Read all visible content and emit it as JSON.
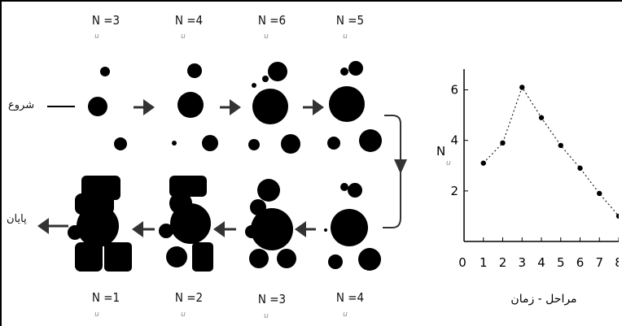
{
  "labels": {
    "start": "شروع",
    "end": "پایان"
  },
  "top_row": [
    {
      "label": "N =3",
      "sub": "u"
    },
    {
      "label": "N =4",
      "sub": "u"
    },
    {
      "label": "N =6",
      "sub": "u"
    },
    {
      "label": "N =5",
      "sub": "u"
    }
  ],
  "bottom_row": [
    {
      "label": "N =1",
      "sub": "u"
    },
    {
      "label": "N =2",
      "sub": "u"
    },
    {
      "label": "N =3",
      "sub": "u"
    },
    {
      "label": "N =4",
      "sub": "u"
    }
  ],
  "chart_data": {
    "type": "scatter",
    "x": [
      1,
      2,
      3,
      4,
      5,
      6,
      7,
      8
    ],
    "y": [
      3.1,
      3.9,
      6.1,
      4.9,
      3.8,
      2.9,
      1.9,
      1.0
    ],
    "xlabel": "مراحل - زمان",
    "ylabel": "N",
    "ylabel_sub": "u",
    "xticks": [
      "0",
      "1",
      "2",
      "3",
      "4",
      "5",
      "6",
      "7",
      "8"
    ],
    "yticks": [
      "2",
      "4",
      "6"
    ],
    "xlim": [
      0,
      8
    ],
    "ylim": [
      0,
      6.5
    ],
    "grid": false,
    "line_style": "dotted",
    "color": "#000000"
  }
}
